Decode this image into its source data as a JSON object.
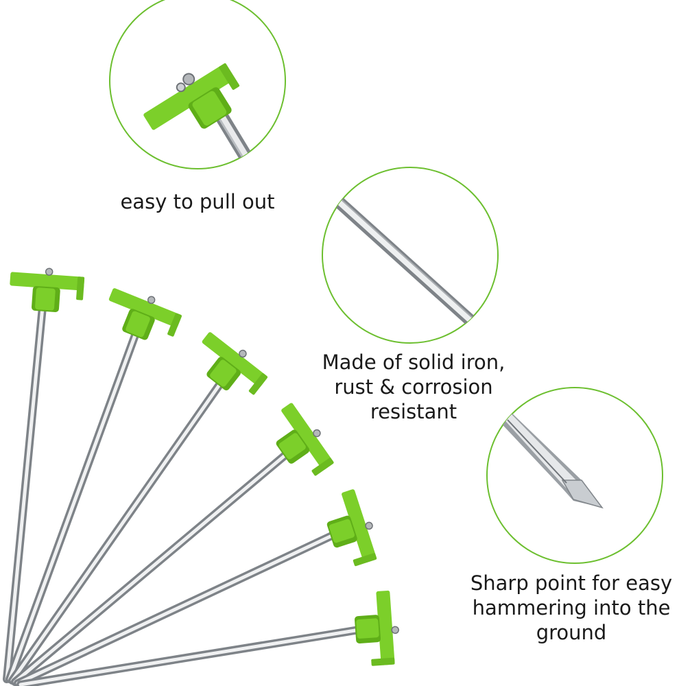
{
  "captions": {
    "pull_out": "easy to pull out",
    "iron_line1": "Made of solid iron,",
    "iron_line2": "rust & corrosion",
    "iron_line3": "resistant",
    "sharp_line1": "Sharp point for easy",
    "sharp_line2": "hammering into the",
    "sharp_line3": "ground"
  },
  "colors": {
    "head_green": "#7ccf2a",
    "head_green_dark": "#5fae18",
    "circle_border": "#6cbf2f",
    "steel": "#c9ccd0",
    "text": "#1a1a1a"
  },
  "stakes": {
    "count": 6
  }
}
